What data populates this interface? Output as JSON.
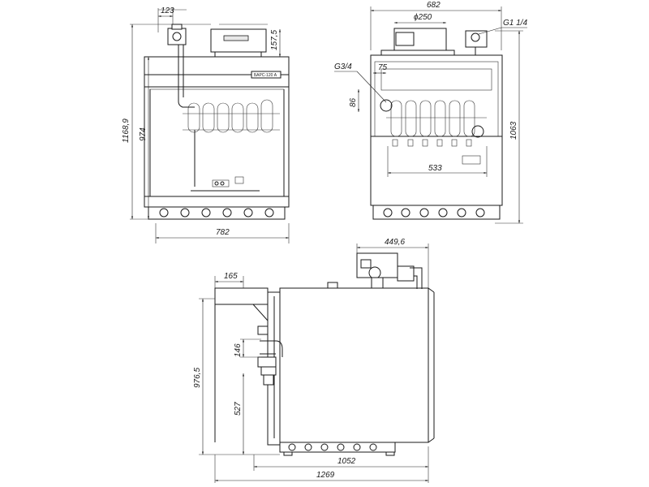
{
  "front_view": {
    "nameplate": "БАРС-120 А",
    "dims": {
      "pipe_offset": "123",
      "top_box": "157,5",
      "overall_height": "1168,9",
      "body_height": "974",
      "width": "782"
    }
  },
  "back_view": {
    "dims": {
      "width": "682",
      "flue_diameter": "ϕ250",
      "gas_thread": "G1 1/4",
      "water_thread": "G3/4",
      "offset_75": "75",
      "offset_86": "86",
      "height": "1063",
      "span": "533"
    }
  },
  "side_view": {
    "dims": {
      "top_depth": "449,6",
      "flue_depth": "165",
      "pipe_gap": "146",
      "pipe_height": "527",
      "height": "976,5",
      "depth": "1052",
      "overall_depth": "1269"
    }
  }
}
